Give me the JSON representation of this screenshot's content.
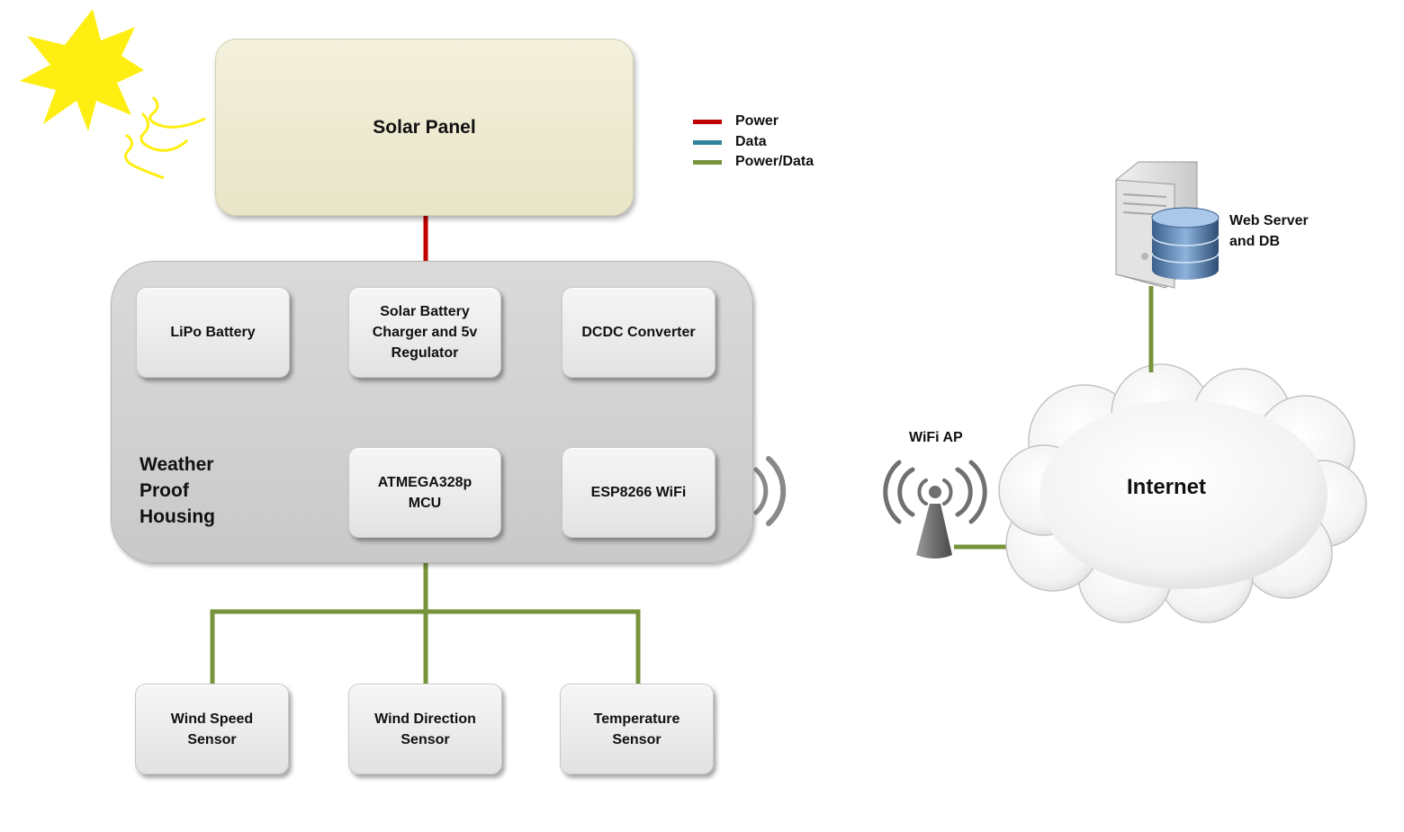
{
  "solar_panel": {
    "label": "Solar Panel"
  },
  "legend": [
    {
      "label": "Power",
      "color": "#c00000"
    },
    {
      "label": "Data",
      "color": "#31849b"
    },
    {
      "label": "Power/Data",
      "color": "#77933c"
    }
  ],
  "housing": {
    "label": "Weather\nProof\nHousing"
  },
  "blocks": {
    "lipo": "LiPo Battery",
    "charger": "Solar Battery\nCharger and 5v\nRegulator",
    "dcdc": "DCDC Converter",
    "mcu": "ATMEGA328p\nMCU",
    "esp": "ESP8266 WiFi"
  },
  "sensors": {
    "wind_speed": "Wind Speed\nSensor",
    "wind_direction": "Wind Direction\nSensor",
    "temperature": "Temperature\nSensor"
  },
  "network": {
    "wifi_ap": "WiFi AP",
    "internet": "Internet",
    "web_server": "Web Server\n and DB"
  },
  "colors": {
    "power": "#c00000",
    "data": "#1f73c0",
    "power_data": "#77933c",
    "sun": "#ffee11"
  },
  "icons": [
    "sun-icon",
    "wireless-signal-icon",
    "wifi-antenna-icon",
    "cloud-icon",
    "server-icon",
    "database-icon"
  ]
}
